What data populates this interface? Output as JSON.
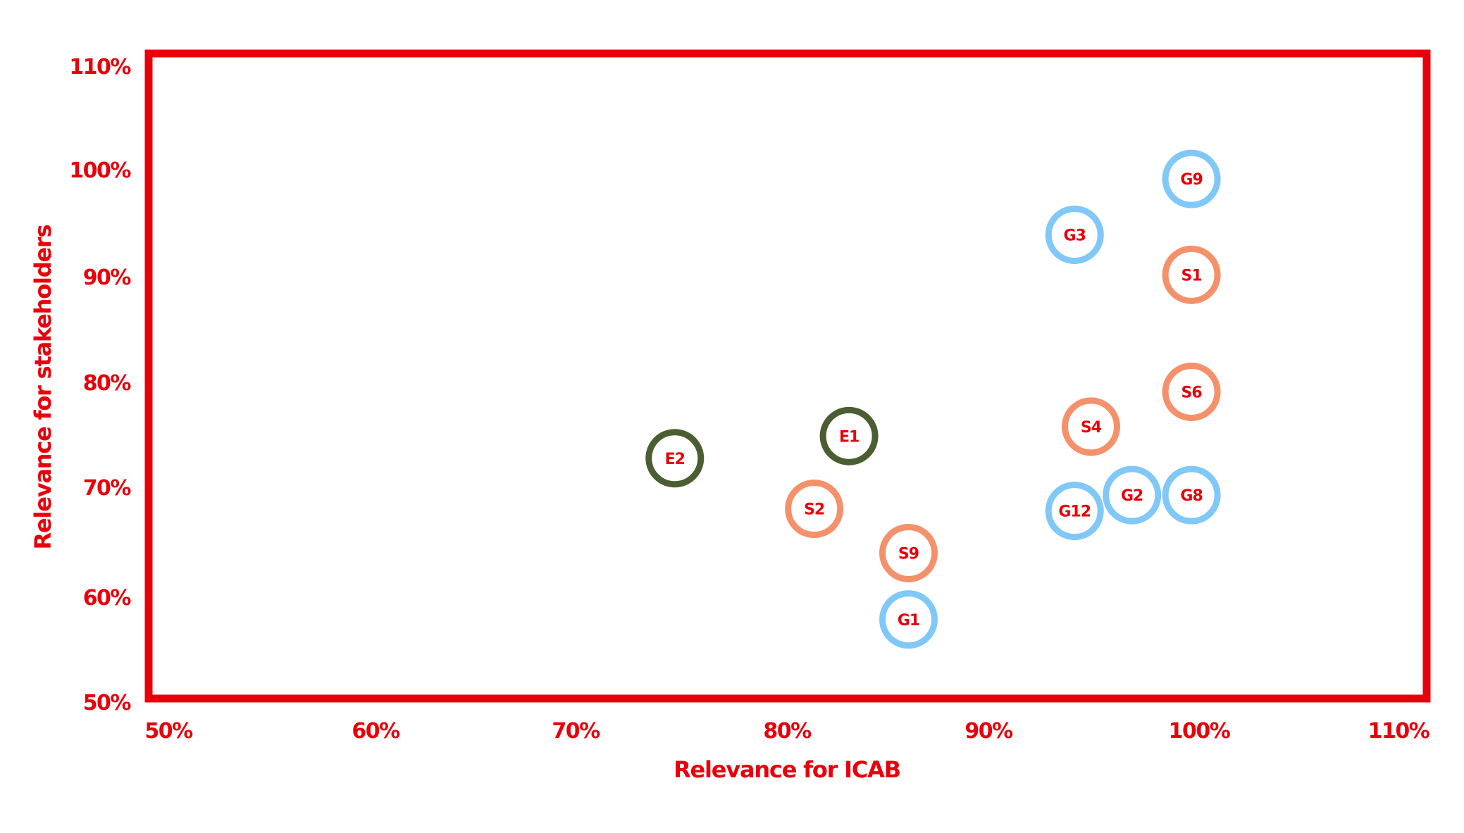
{
  "chart_data": {
    "type": "scatter",
    "title": "",
    "xlabel": "Relevance for ICAB",
    "ylabel": "Relevance for stakeholders",
    "xlim": [
      0.5,
      1.1
    ],
    "ylim": [
      0.5,
      1.1
    ],
    "x_ticks": [
      "50%",
      "60%",
      "70%",
      "80%",
      "90%",
      "100%",
      "110%"
    ],
    "y_ticks": [
      "50%",
      "60%",
      "70%",
      "80%",
      "90%",
      "100%",
      "110%"
    ],
    "grid": false,
    "frame_color": "#e8000b",
    "text_color": "#e8000b",
    "series": [
      {
        "color": "#f4916b",
        "points": [
          {
            "label": "S1",
            "x": 0.999,
            "y": 0.902
          },
          {
            "label": "S2",
            "x": 0.815,
            "y": 0.68
          },
          {
            "label": "S4",
            "x": 0.95,
            "y": 0.758
          },
          {
            "label": "S6",
            "x": 0.999,
            "y": 0.791
          },
          {
            "label": "S9",
            "x": 0.861,
            "y": 0.638
          }
        ]
      },
      {
        "color": "#7fc8f8",
        "points": [
          {
            "label": "G1",
            "x": 0.861,
            "y": 0.575
          },
          {
            "label": "G2",
            "x": 0.97,
            "y": 0.693
          },
          {
            "label": "G3",
            "x": 0.942,
            "y": 0.94
          },
          {
            "label": "G8",
            "x": 0.999,
            "y": 0.693
          },
          {
            "label": "G9",
            "x": 0.999,
            "y": 0.993
          },
          {
            "label": "G12",
            "x": 0.942,
            "y": 0.678
          }
        ]
      },
      {
        "color": "#4b5e32",
        "points": [
          {
            "label": "E1",
            "x": 0.832,
            "y": 0.749
          },
          {
            "label": "E2",
            "x": 0.747,
            "y": 0.728
          }
        ]
      }
    ]
  }
}
